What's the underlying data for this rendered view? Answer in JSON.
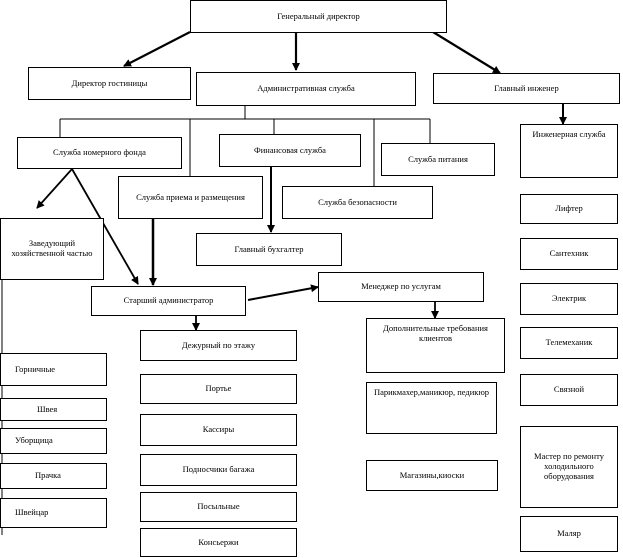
{
  "director": "Генеральный директор",
  "hotel_director": "Директор гостиницы",
  "admin_service": "Административная служба",
  "chief_engineer": "Главный инженер",
  "room_fund": "Служба номерного фонда",
  "finance": "Финансовая служба",
  "catering": "Служба питания",
  "reception": "Служба приема и размещения",
  "security": "Служба безопасности",
  "chief_accountant": "Главный бухгалтер",
  "housekeeping_head": "Заведующий хозяйственной частью",
  "senior_admin": "Старший администратор",
  "services_manager": "Менеджер по услугам",
  "extra_requests": "Дополнительные требования клиентов",
  "hairdresser": "Парикмахер,маникюр, педикюр",
  "shops": "Магазины,киоски",
  "floor_duty": "Дежурный по этажу",
  "porter": "Портье",
  "cashiers": "Кассиры",
  "bellboys": "Подносчики багажа",
  "messengers": "Посыльные",
  "concierge": "Консьержи",
  "maids": "Горничные",
  "seamstress": "Швея",
  "cleaner": "Уборщица",
  "laundress": "Прачка",
  "doorman": "Швейцар",
  "engineering_service": "Инженерная служба",
  "lift_operator": "Лифтер",
  "plumber": "Сантехник",
  "electrician": "Электрик",
  "telemechanic": "Телемеханик",
  "signalman": "Связной",
  "fridge_repair": "Мастер по ремонту холодильного оборудования",
  "painter": "Маляр"
}
